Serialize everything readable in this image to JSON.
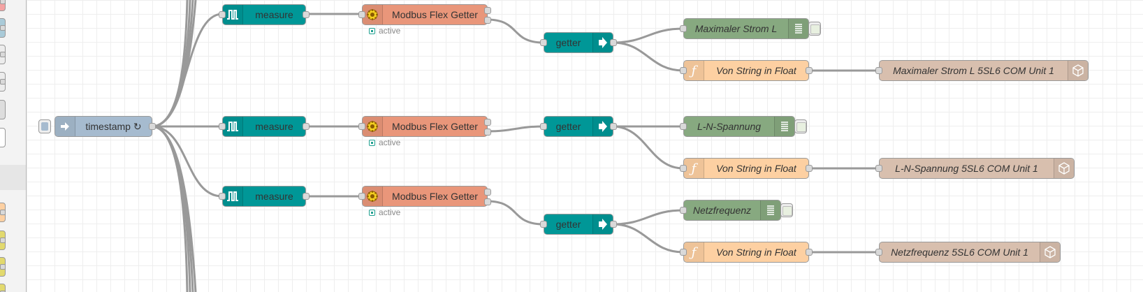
{
  "colors": {
    "inject": "#a6bbcf",
    "measure": "#009797",
    "modbus": "#e9967a",
    "getter": "#009797",
    "debug": "#87a980",
    "function": "#fdd0a2",
    "dashboard": "#d8bfae",
    "wire": "#999999",
    "status_active": "#20a090"
  },
  "nodes": {
    "timestamp": {
      "label": "timestamp ↻",
      "icon": "inject-arrow-icon"
    },
    "measure_1": {
      "label": "measure",
      "icon": "pulse-icon"
    },
    "measure_2": {
      "label": "measure",
      "icon": "pulse-icon"
    },
    "measure_3": {
      "label": "measure",
      "icon": "pulse-icon"
    },
    "modbus_1": {
      "label": "Modbus Flex Getter",
      "icon": "modbus-gear-icon",
      "status": "active"
    },
    "modbus_2": {
      "label": "Modbus Flex Getter",
      "icon": "modbus-gear-icon",
      "status": "active"
    },
    "modbus_3": {
      "label": "Modbus Flex Getter",
      "icon": "modbus-gear-icon",
      "status": "active"
    },
    "getter_1": {
      "label": "getter",
      "icon": "arrow-right-icon"
    },
    "getter_2": {
      "label": "getter",
      "icon": "arrow-right-icon"
    },
    "getter_3": {
      "label": "getter",
      "icon": "arrow-right-icon"
    },
    "debug_1": {
      "label": "Maximaler Strom L",
      "icon": "debug-list-icon"
    },
    "debug_2": {
      "label": "L-N-Spannung",
      "icon": "debug-list-icon"
    },
    "debug_3": {
      "label": "Netzfrequenz",
      "icon": "debug-list-icon"
    },
    "func_1": {
      "label": "Von String in Float",
      "icon": "function-icon"
    },
    "func_2": {
      "label": "Von String in Float",
      "icon": "function-icon"
    },
    "func_3": {
      "label": "Von String in Float",
      "icon": "function-icon"
    },
    "dash_1": {
      "label": "Maximaler Strom L 5SL6 COM Unit 1",
      "icon": "cube-icon"
    },
    "dash_2": {
      "label": "L-N-Spannung 5SL6 COM Unit 1",
      "icon": "cube-icon"
    },
    "dash_3": {
      "label": "Netzfrequenz 5SL6 COM Unit 1",
      "icon": "cube-icon"
    }
  },
  "palette": {
    "items": [
      {
        "color": "#f4a3a3"
      },
      {
        "color": "#a9cad8"
      },
      {
        "color": "#dddddd"
      },
      {
        "color": "#dddddd"
      },
      {
        "color": "#dddddd"
      },
      {
        "color": "#ffffff"
      },
      {
        "color": "#fdd0a2"
      },
      {
        "color": "#e2d96e"
      },
      {
        "color": "#e2d96e"
      },
      {
        "color": "#e2d96e"
      }
    ]
  }
}
